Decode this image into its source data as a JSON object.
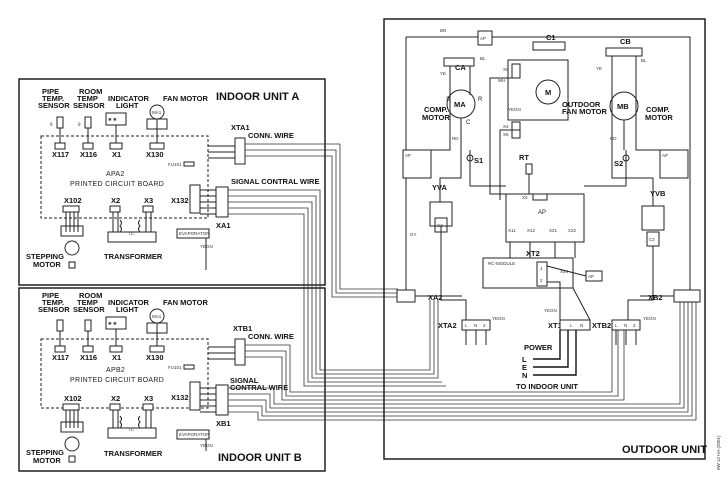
{
  "indoor_a": {
    "title": "INDOOR UNIT A",
    "pipe_sensor": [
      "PIPE",
      "TEMP.",
      "SENSOR"
    ],
    "room_sensor": [
      "ROOM",
      "TEMP",
      "SENSOR"
    ],
    "indicator": [
      "INDICATOR",
      "LIGHT"
    ],
    "fan_motor": "FAN MOTOR",
    "fan_motor_code": "MA1",
    "x117": "X117",
    "x116": "X116",
    "x1": "X1",
    "x130": "X130",
    "pcb": "APA2",
    "pcb_label": "PRINTED CIRCUIT BOARD",
    "xta": "XTA1",
    "conn_wire": "CONN. WIRE",
    "signal_wire": "SIGNAL CONTRAL WIRE",
    "xa": "XA1",
    "x102": "X102",
    "x2": "X2",
    "x3": "X3",
    "x132": "X132",
    "stepping_motor": [
      "STEPPING",
      "MOTOR"
    ],
    "transformer": "TRANSFORMER",
    "tc": "TC",
    "evaporator": "EVAPORATOR",
    "fuse": "FU101",
    "yegn": "YEGN"
  },
  "indoor_b": {
    "title": "INDOOR UNIT B",
    "pipe_sensor": [
      "PIPE",
      "TEMP.",
      "SENSOR"
    ],
    "room_sensor": [
      "ROOM",
      "TEMP",
      "SENSOR"
    ],
    "indicator": [
      "INDICATOR",
      "LIGHT"
    ],
    "fan_motor": "FAN MOTOR",
    "fan_motor_code": "MA1",
    "x117": "X117",
    "x116": "X116",
    "x1": "X1",
    "x130": "X130",
    "pcb": "APB2",
    "pcb_label": "PRINTED CIRCUIT BOARD",
    "xtb": "XTB1",
    "conn_wire": "CONN. WIRE",
    "signal_wire": [
      "SIGNAL",
      "CONTRAL WIRE"
    ],
    "xb": "XB1",
    "x102": "X102",
    "x2": "X2",
    "x3": "X3",
    "x132": "X132",
    "stepping_motor": [
      "STEPPING",
      "MOTOR"
    ],
    "transformer": "TRANSFORMER",
    "tc": "TC",
    "evaporator": "EVAPORATOR",
    "fuse": "FU101",
    "yegn": "YEGN"
  },
  "outdoor": {
    "title": "OUTDOOR UNIT",
    "ca": "CA",
    "cb": "CB",
    "c1": "C1",
    "ma": "MA",
    "mb": "MB",
    "m": "M",
    "comp_motor": [
      "COMP.",
      "MOTOR"
    ],
    "outdoor_fan_motor": [
      "OUTDOOR",
      "FAN MOTOR"
    ],
    "rt": "RT",
    "yva": "YVA",
    "yvb": "YVB",
    "ap": "AP",
    "xt2": "XT2",
    "rc_module": "RC-MODULE",
    "xta2": "XTA2",
    "xtb2": "XTB2",
    "xt1": "XT1",
    "xa2": "XA2",
    "xb2": "XB2",
    "power": "POWER",
    "power_l": "L",
    "power_n": "N",
    "to_indoor": "TO INDOOR UNIT",
    "x11": "X11",
    "x12": "X12",
    "x21": "X21",
    "x22": "X22",
    "s1": "S1",
    "s2": "S2",
    "c2": "C2",
    "xt2_terms": [
      "1",
      "2"
    ],
    "xta2_terms": [
      "L",
      "N",
      "2"
    ],
    "xtb2_terms": [
      "L",
      "N",
      "2"
    ],
    "xt1_terms": [
      "L",
      "N"
    ],
    "wire_colors": [
      "BN",
      "BL",
      "RD",
      "YE",
      "YEGN",
      "WH",
      "GY"
    ],
    "term_s": "S",
    "term_r": "R",
    "term_c": "C",
    "x4": "X4",
    "x5": "X5",
    "x6": "X6",
    "x1": "X1",
    "x2": "X2",
    "x3": "X3",
    "x54": "X54",
    "e": "E"
  },
  "stamp": "0W 12 HA (2001)"
}
